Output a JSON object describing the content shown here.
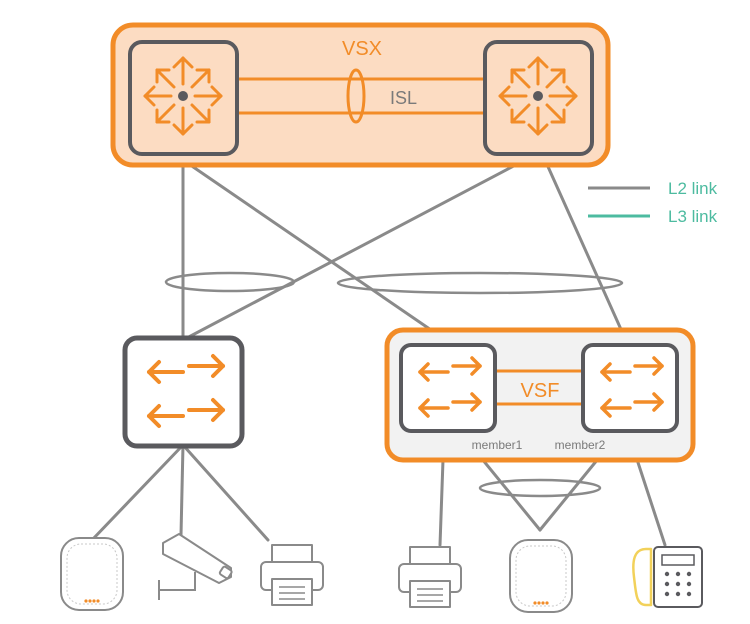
{
  "colors": {
    "orange": "#F28C28",
    "orange_fill": "#FCDCC2",
    "gray_box_fill": "#F2F2F2",
    "device_border": "#5A5A5E",
    "link_gray": "#8A8A8A",
    "l3_teal": "#4DBBA0",
    "label_gray": "#7A7A7A",
    "phone_yellow": "#F2D15A"
  },
  "core": {
    "label": "VSX",
    "isl_label": "ISL"
  },
  "legend": {
    "l2_label": "L2 link",
    "l3_label": "L3 link"
  },
  "stack": {
    "label": "VSF",
    "member1_label": "member1",
    "member2_label": "member2"
  },
  "endpoints": [
    {
      "name": "access-point-icon"
    },
    {
      "name": "camera-icon"
    },
    {
      "name": "printer-icon"
    },
    {
      "name": "printer-icon"
    },
    {
      "name": "access-point-icon"
    },
    {
      "name": "ip-phone-icon"
    }
  ]
}
